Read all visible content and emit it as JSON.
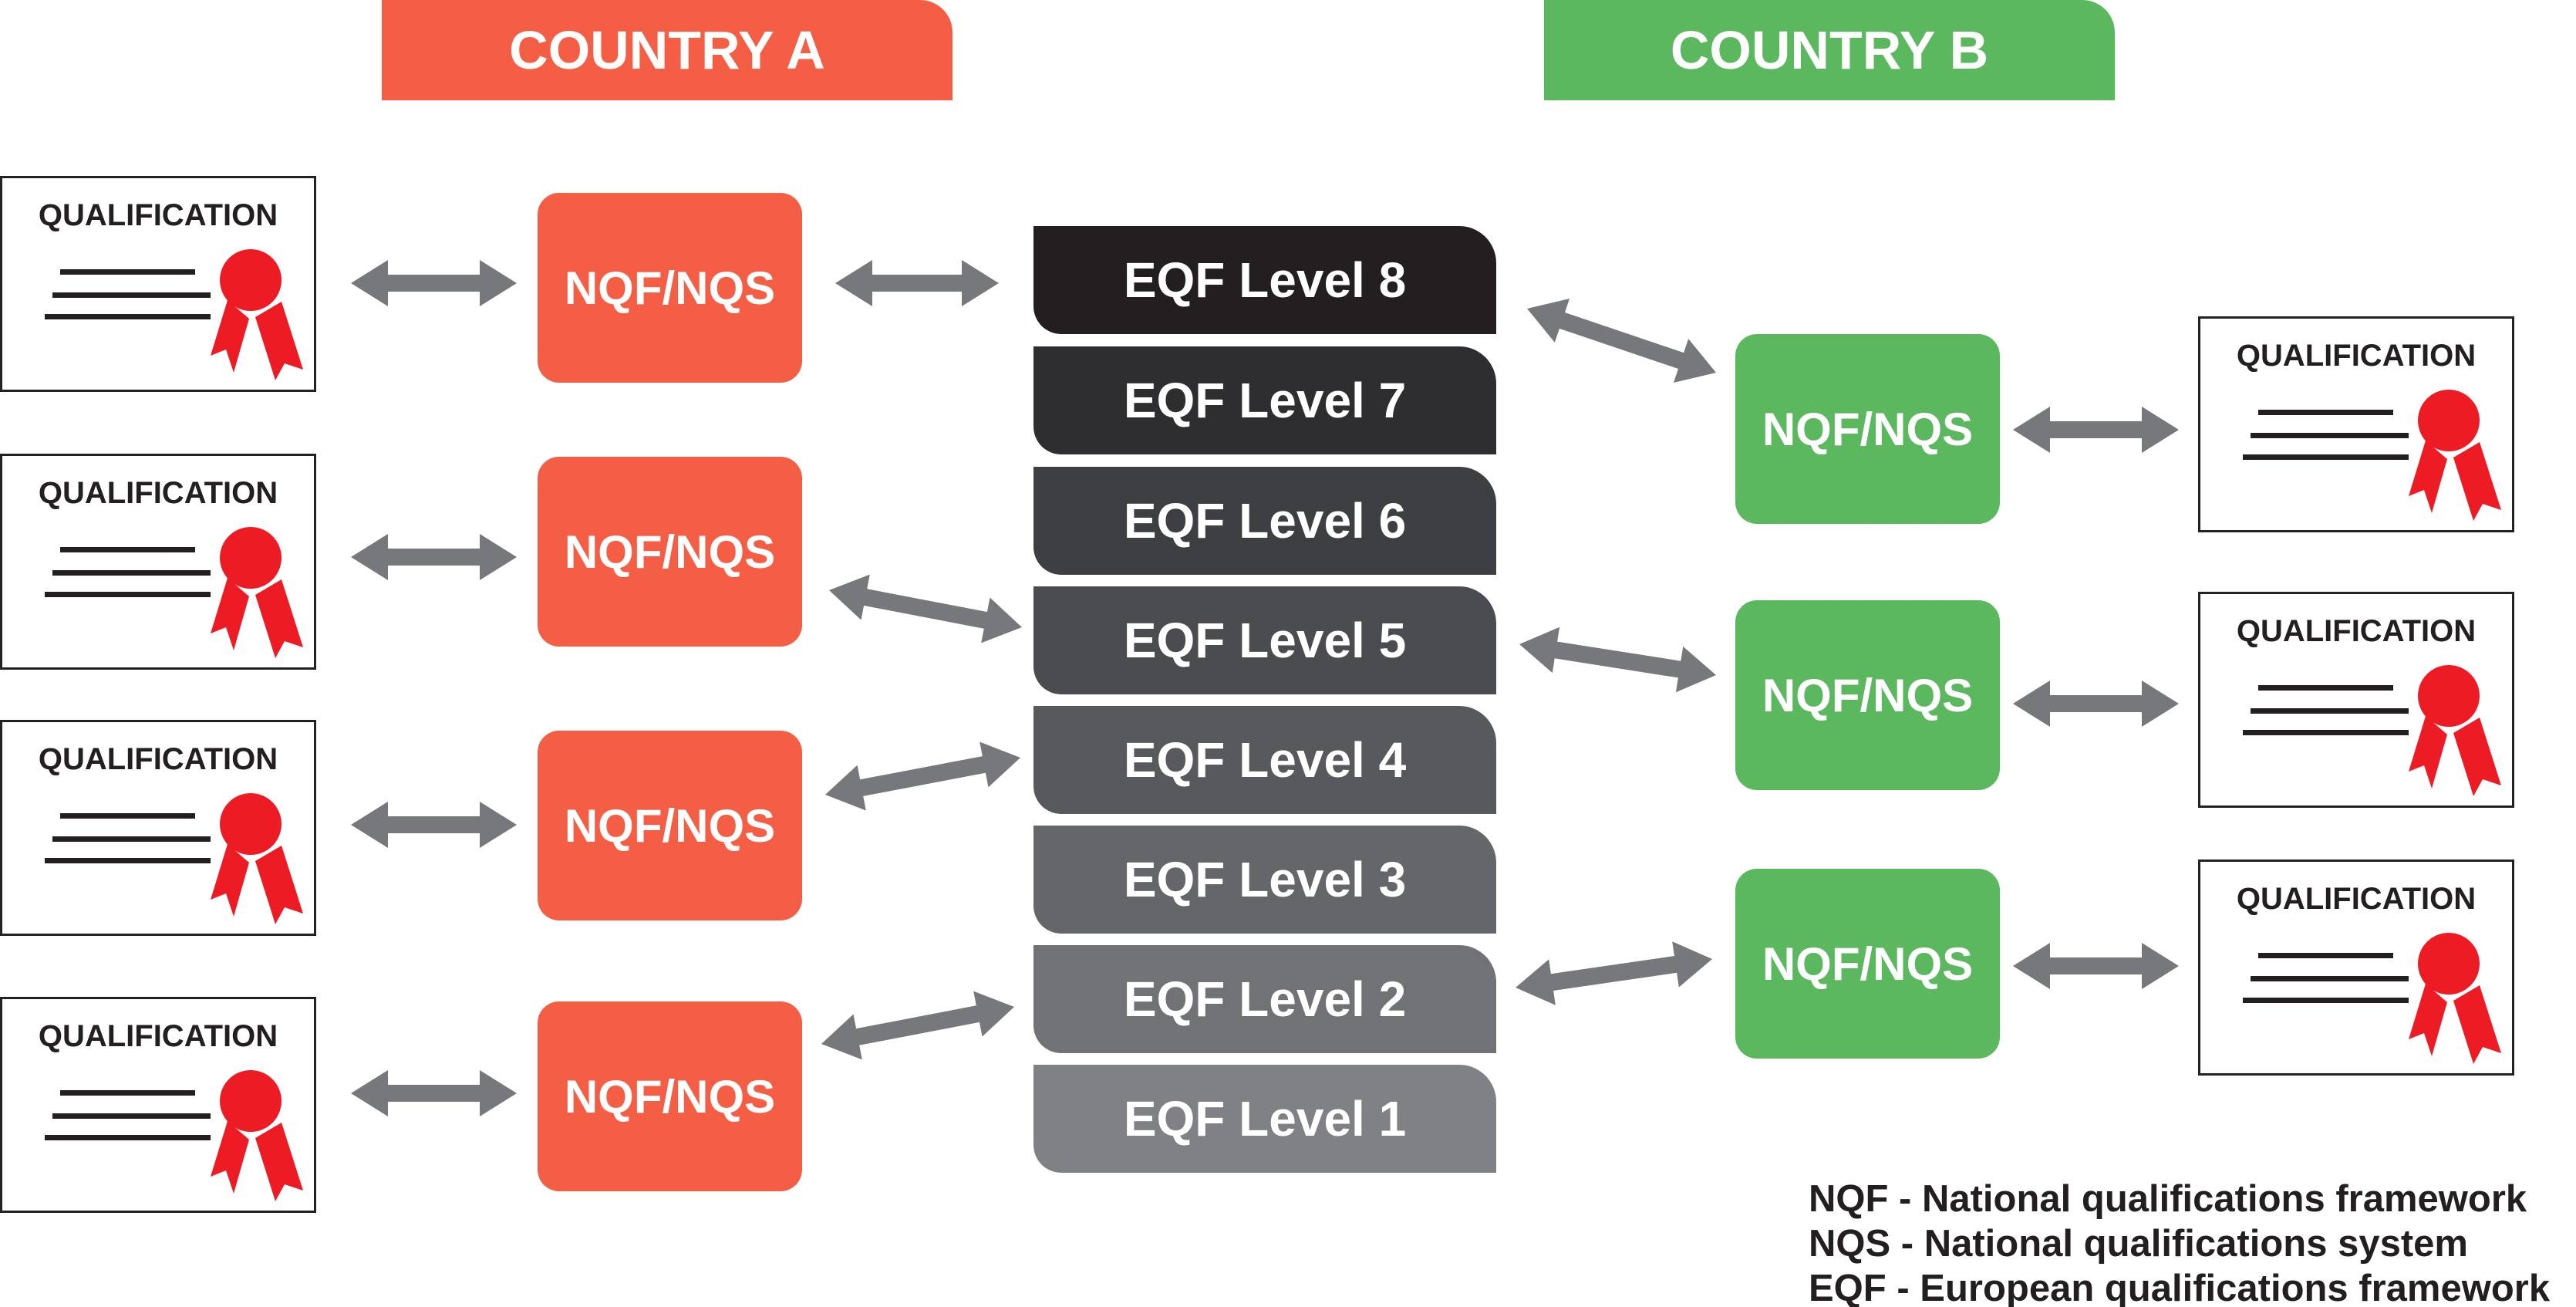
{
  "headers": {
    "country_a": "COUNTRY A",
    "country_b": "COUNTRY B"
  },
  "qualification_label": "QUALIFICATION",
  "nqf_label": "NQF/NQS",
  "eqf_levels": [
    "EQF Level 8",
    "EQF Level 7",
    "EQF Level 6",
    "EQF Level 5",
    "EQF Level 4",
    "EQF Level 3",
    "EQF Level 2",
    "EQF Level 1"
  ],
  "country_a": {
    "rows": [
      {
        "qualification": "QUALIFICATION",
        "nqf": "NQF/NQS",
        "linked_eqf": "EQF Level 8"
      },
      {
        "qualification": "QUALIFICATION",
        "nqf": "NQF/NQS",
        "linked_eqf": "EQF Level 5"
      },
      {
        "qualification": "QUALIFICATION",
        "nqf": "NQF/NQS",
        "linked_eqf": "EQF Level 4"
      },
      {
        "qualification": "QUALIFICATION",
        "nqf": "NQF/NQS",
        "linked_eqf": "EQF Level 2"
      }
    ]
  },
  "country_b": {
    "rows": [
      {
        "qualification": "QUALIFICATION",
        "nqf": "NQF/NQS",
        "linked_eqf": "EQF Level 8"
      },
      {
        "qualification": "QUALIFICATION",
        "nqf": "NQF/NQS",
        "linked_eqf": "EQF Level 5"
      },
      {
        "qualification": "QUALIFICATION",
        "nqf": "NQF/NQS",
        "linked_eqf": "EQF Level 2"
      }
    ]
  },
  "legend": [
    "NQF - National qualifications framework",
    "NQS - National qualifications system",
    "EQF - European qualifications framework"
  ],
  "colors": {
    "country_a": "#f45e45",
    "country_b": "#5cb85f",
    "seal": "#ed1c24",
    "arrow": "#77787b",
    "eqf_shades": [
      "#231f20",
      "#2e2d2f",
      "#3e3f42",
      "#4b4c4f",
      "#58595c",
      "#65666a",
      "#717276",
      "#808184"
    ]
  }
}
